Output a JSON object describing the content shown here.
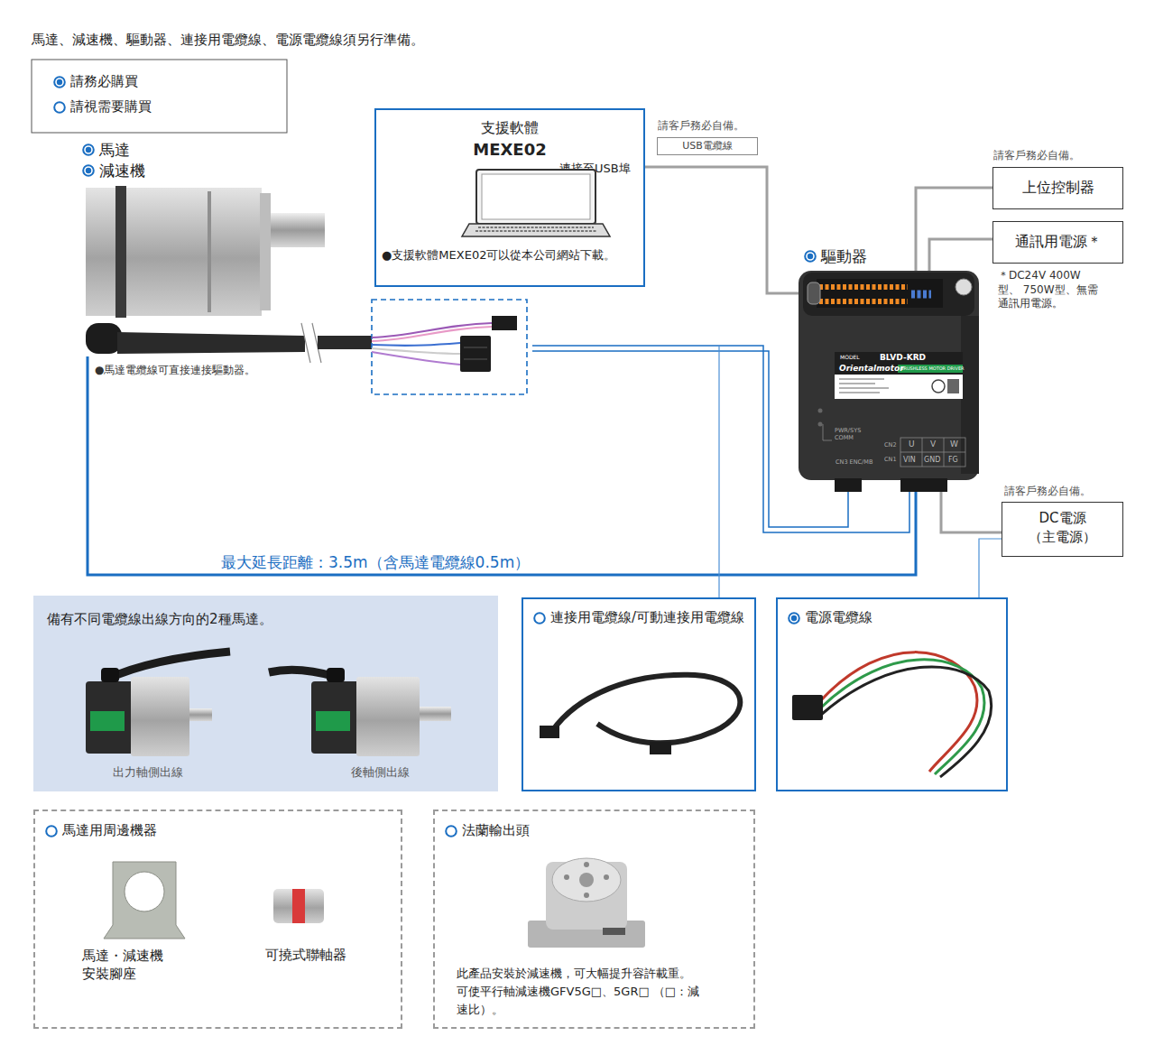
{
  "diagram": {
    "title": "馬達、減速機、驅動器、連接用電纜線、電源電纜線須另行準備。",
    "nodes": [
      {
        "text": [
          "馬達",
          "減速機",
          "●馬達電纜線可直接連接驅動器。"
        ]
      },
      {
        "text": [
          "支援軟體",
          "MEXE02",
          "連接至USB埠",
          "●支援軟體MEXE02可以從本公司網站下載。"
        ]
      },
      {
        "text": [
          "請客戶務必自備。",
          "USB電纜線"
        ]
      },
      {
        "text": [
          "請客戶務必自備。",
          "上位控制器"
        ]
      },
      {
        "text": [
          "通訊用電源＊",
          "＊DC24V 400W型、 750W型、無需 通訊用電源。"
        ]
      },
      {
        "text": [
          "驅動器"
        ]
      },
      {
        "text": [
          "請客戶務必自備。",
          "DC電源 （主電源）"
        ]
      },
      {
        "text": [
          "備有不同電纜線出線方向的2種馬達。",
          "出力軸側出線",
          "後軸側出線"
        ]
      },
      {
        "text": [
          "連接用電纜線/可動連接用電纜線"
        ]
      },
      {
        "text": [
          "電源電纜線"
        ]
      },
      {
        "text": [
          "馬達用周邊機器",
          "馬達・減速機 安裝腳座",
          "可撓式聯軸器"
        ]
      },
      {
        "text": [
          "法蘭輸出頭",
          "此產品安裝於減速機，可大幅提升容許載重。 可使平行軸減速機GFV5G□、5GR□ （□：減速比）。"
        ]
      }
    ],
    "edges": [
      {
        "from": 1,
        "to": 5,
        "arrow": "none"
      },
      {
        "from": 3,
        "to": 5,
        "arrow": "none"
      },
      {
        "from": 4,
        "to": 5,
        "arrow": "none"
      },
      {
        "from": 0,
        "to": 5,
        "label": "最大延長距離：3.5m（含馬達電纜線0.5m）",
        "arrow": "none"
      },
      {
        "from": 6,
        "to": 5,
        "arrow": "none"
      }
    ],
    "labels": [
      "MODEL",
      "BLVD-KRD",
      "Orientalmotor",
      "BRUSHLESS MOTOR DRIVER",
      "PWR/SYS",
      "COMM",
      "CN3 ENC/MB",
      "CN2",
      "U",
      "V",
      "W",
      "CN1",
      "VIN",
      "GND",
      "FG"
    ],
    "legend": [
      {
        "text": "請務必購買"
      },
      {
        "text": "請視需要購買"
      }
    ]
  }
}
